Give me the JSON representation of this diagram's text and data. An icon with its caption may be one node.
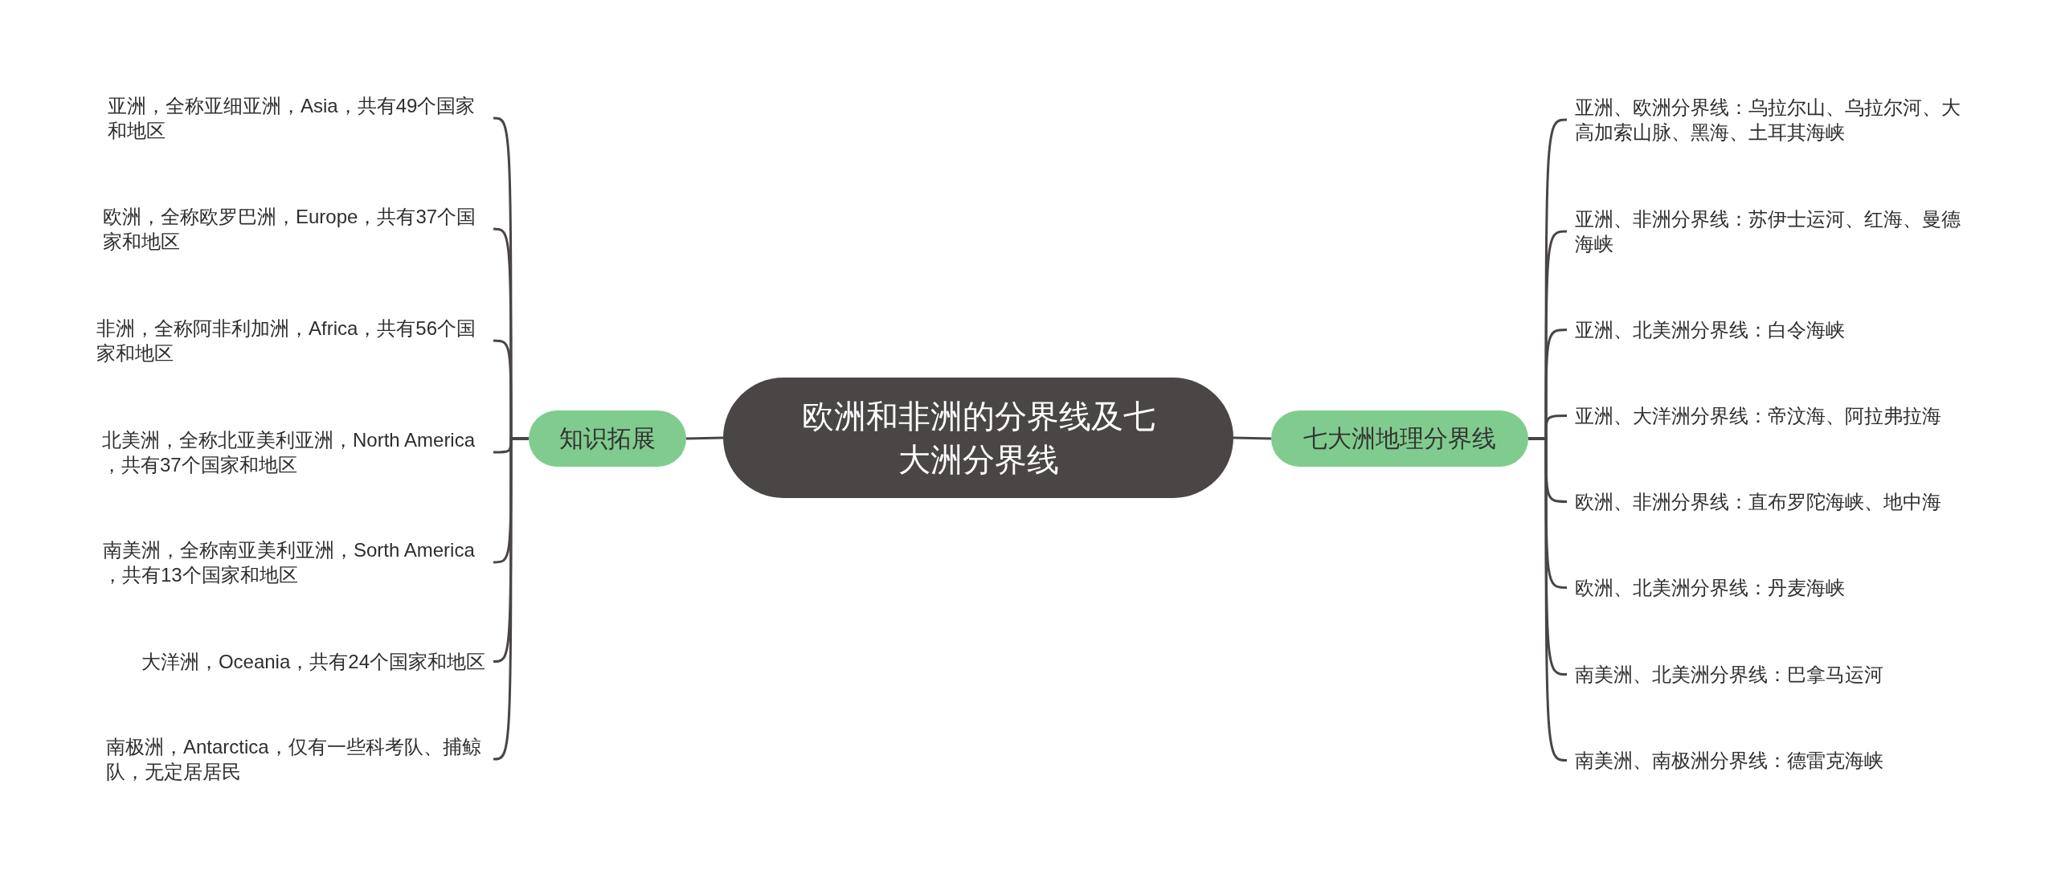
{
  "diagram": {
    "nodes": [
      {
        "text": [
          "欧洲和非洲的分界线及七大洲分界线"
        ]
      },
      {
        "text": [
          "知识拓展"
        ]
      },
      {
        "text": [
          "亚洲，全称亚细亚洲，Asia，共有49个国家和地区"
        ]
      },
      {
        "text": [
          "欧洲，全称欧罗巴洲，Europe，共有37个国家和地区"
        ]
      },
      {
        "text": [
          "非洲，全称阿非利加洲，Africa，共有56个国家和地区"
        ]
      },
      {
        "text": [
          "北美洲，全称北亚美利亚洲，North America，共有37个国家和地区"
        ]
      },
      {
        "text": [
          "南美洲，全称南亚美利亚洲，Sorth America，共有13个国家和地区"
        ]
      },
      {
        "text": [
          "大洋洲，Oceania，共有24个国家和地区"
        ]
      },
      {
        "text": [
          "南极洲，Antarctica，仅有一些科考队、捕鲸队，无定居居民"
        ]
      },
      {
        "text": [
          "七大洲地理分界线"
        ]
      },
      {
        "text": [
          "亚洲、欧洲分界线：乌拉尔山、乌拉尔河、大高加索山脉、黑海、土耳其海峡"
        ]
      },
      {
        "text": [
          "亚洲、非洲分界线：苏伊士运河、红海、曼德海峡"
        ]
      },
      {
        "text": [
          "亚洲、北美洲分界线：白令海峡"
        ]
      },
      {
        "text": [
          "亚洲、大洋洲分界线：帝汶海、阿拉弗拉海"
        ]
      },
      {
        "text": [
          "欧洲、非洲分界线：直布罗陀海峡、地中海"
        ]
      },
      {
        "text": [
          "欧洲、北美洲分界线：丹麦海峡"
        ]
      },
      {
        "text": [
          "南美洲、北美洲分界线：巴拿马运河"
        ]
      },
      {
        "text": [
          "南美洲、南极洲分界线：德雷克海峡"
        ]
      }
    ],
    "edges": [
      {
        "from": 0,
        "to": 1,
        "arrow": "none"
      },
      {
        "from": 1,
        "to": 2,
        "arrow": "none"
      },
      {
        "from": 1,
        "to": 3,
        "arrow": "none"
      },
      {
        "from": 1,
        "to": 4,
        "arrow": "none"
      },
      {
        "from": 1,
        "to": 5,
        "arrow": "none"
      },
      {
        "from": 1,
        "to": 6,
        "arrow": "none"
      },
      {
        "from": 1,
        "to": 7,
        "arrow": "none"
      },
      {
        "from": 1,
        "to": 8,
        "arrow": "none"
      },
      {
        "from": 0,
        "to": 9,
        "arrow": "none"
      },
      {
        "from": 9,
        "to": 10,
        "arrow": "none"
      },
      {
        "from": 9,
        "to": 11,
        "arrow": "none"
      },
      {
        "from": 9,
        "to": 12,
        "arrow": "none"
      },
      {
        "from": 9,
        "to": 13,
        "arrow": "none"
      },
      {
        "from": 9,
        "to": 14,
        "arrow": "none"
      },
      {
        "from": 9,
        "to": 15,
        "arrow": "none"
      },
      {
        "from": 9,
        "to": 16,
        "arrow": "none"
      },
      {
        "from": 9,
        "to": 17,
        "arrow": "none"
      }
    ]
  }
}
